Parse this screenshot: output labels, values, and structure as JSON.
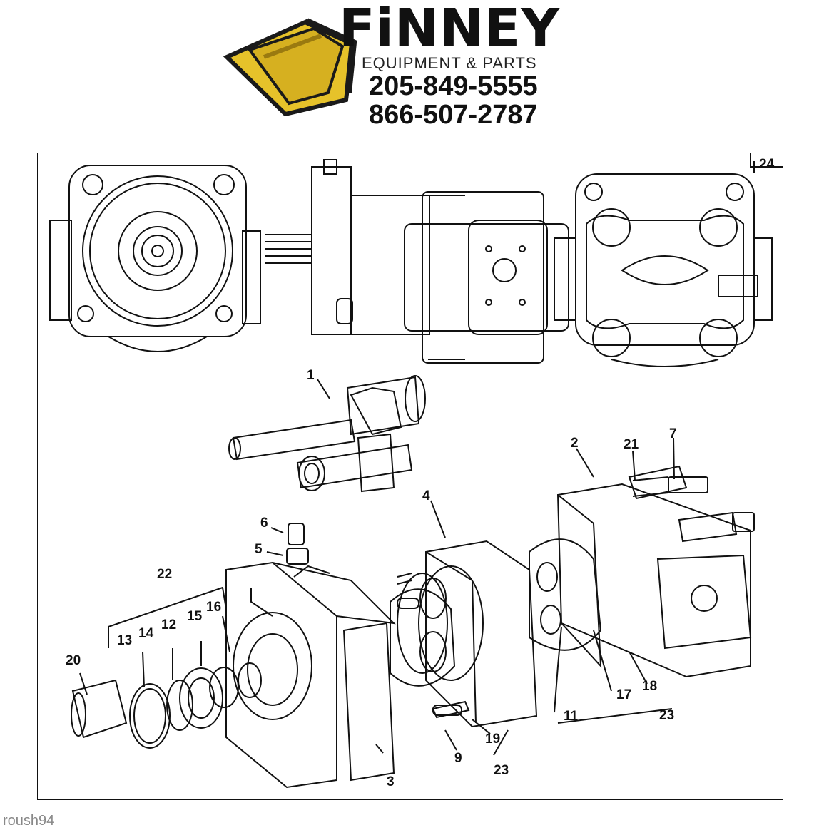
{
  "logo": {
    "brand": "FiNNEY",
    "tagline": "EQUIPMENT & PARTS",
    "phone_1": "205-849-5555",
    "phone_2": "866-507-2787",
    "colors": {
      "bucket_fill": "#e6c22a",
      "bucket_shade": "#9a7a10",
      "outline": "#1a1a1a"
    }
  },
  "diagram": {
    "callouts": [
      {
        "id": "c24",
        "label": "24"
      },
      {
        "id": "c1",
        "label": "1"
      },
      {
        "id": "c2",
        "label": "2"
      },
      {
        "id": "c21",
        "label": "21"
      },
      {
        "id": "c7",
        "label": "7"
      },
      {
        "id": "c4",
        "label": "4"
      },
      {
        "id": "c6",
        "label": "6"
      },
      {
        "id": "c5",
        "label": "5"
      },
      {
        "id": "c22",
        "label": "22"
      },
      {
        "id": "c13",
        "label": "13"
      },
      {
        "id": "c14",
        "label": "14"
      },
      {
        "id": "c12",
        "label": "12"
      },
      {
        "id": "c15",
        "label": "15"
      },
      {
        "id": "c16",
        "label": "16"
      },
      {
        "id": "c20",
        "label": "20"
      },
      {
        "id": "c3",
        "label": "3"
      },
      {
        "id": "c9",
        "label": "9"
      },
      {
        "id": "c19",
        "label": "19"
      },
      {
        "id": "c23a",
        "label": "23"
      },
      {
        "id": "c11",
        "label": "11"
      },
      {
        "id": "c17",
        "label": "17"
      },
      {
        "id": "c18",
        "label": "18"
      },
      {
        "id": "c23b",
        "label": "23"
      }
    ]
  },
  "watermark": "roush94"
}
